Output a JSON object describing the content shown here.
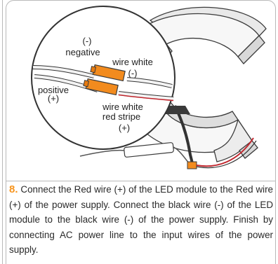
{
  "figure": {
    "label_negative_sign": "(-)",
    "label_negative": "negative",
    "label_wire_white": "wire white",
    "label_wire_white_sign": "(-)",
    "label_positive": "positive",
    "label_positive_sign": "(+)",
    "label_red_stripe_1": "wire white",
    "label_red_stripe_2": "red stripe",
    "label_red_stripe_sign": "(+)",
    "colors": {
      "connector": "#f28b1e",
      "red_wire": "#c0262d",
      "white_wire": "#f3f3f3",
      "outline": "#3a3a3a"
    }
  },
  "instruction": {
    "step_number": "8.",
    "text": " Connect the Red wire (+) of the LED module to the Red wire (+) of the power supply. Connect the black wire (-) of the LED module to the black wire (-) of the power supply. ",
    "final_text": "Finish by connecting AC power line to the input wires of the power supply."
  }
}
